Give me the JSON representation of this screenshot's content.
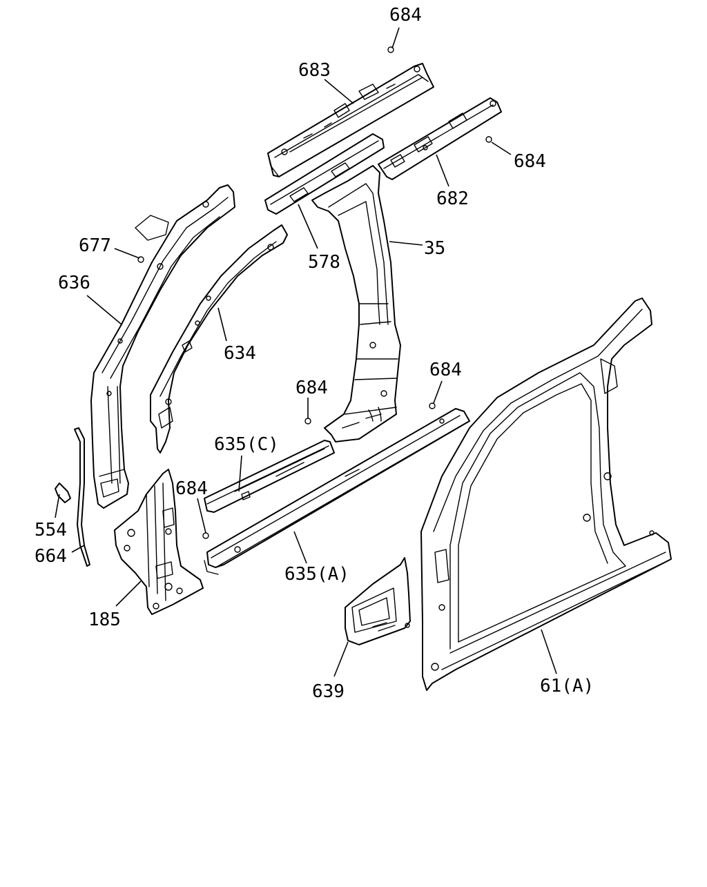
{
  "labels": {
    "p684_top": "684",
    "p683": "683",
    "p684_right_top": "684",
    "p682": "682",
    "p35": "35",
    "p578": "578",
    "p677": "677",
    "p636": "636",
    "p634": "634",
    "p684_mid": "684",
    "p684_right_mid": "684",
    "p635c": "635(C)",
    "p684_left": "684",
    "p554": "554",
    "p664": "664",
    "p635a": "635(A)",
    "p185": "185",
    "p639": "639",
    "p61a": "61(A)"
  }
}
